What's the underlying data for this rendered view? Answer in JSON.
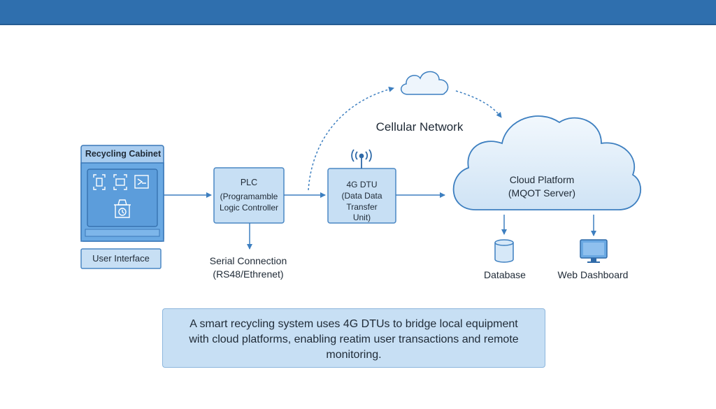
{
  "colors": {
    "header_bar": "#2f6fae",
    "box_fill": "#c7dff4",
    "box_stroke": "#4a87c4",
    "arrow": "#3d7fc0",
    "cabinet_fill": "#6aa9e3"
  },
  "cabinet": {
    "title": "Recycling Cabinet",
    "icons": [
      "qr-scanner-icon",
      "card-reader-icon",
      "screen-icon",
      "scale-icon"
    ]
  },
  "user_interface": {
    "label": "User Interface"
  },
  "plc": {
    "title": "PLC",
    "subtitle": "(Programamble\nLogic Controller"
  },
  "serial_connection": {
    "label": "Serial Connection\n(RS48/Ethrenet)"
  },
  "dtu": {
    "title": "4G DTU",
    "subtitle": "(Data Data\nTransfer\nUnit)",
    "icon": "antenna-icon"
  },
  "cellular_network": {
    "label": "Cellular Network",
    "icon": "cloud-icon"
  },
  "cloud_platform": {
    "title": "Cloud Platform",
    "subtitle": "(MQOT Server)"
  },
  "database": {
    "label": "Database",
    "icon": "database-icon"
  },
  "web_dashboard": {
    "label": "Web Dashboard",
    "icon": "monitor-icon"
  },
  "caption": {
    "text": "A smart recycling system uses 4G DTUs to bridge local equipment\nwith cloud platforms, enabling reatim user transactions and remote\nmonitoring."
  }
}
